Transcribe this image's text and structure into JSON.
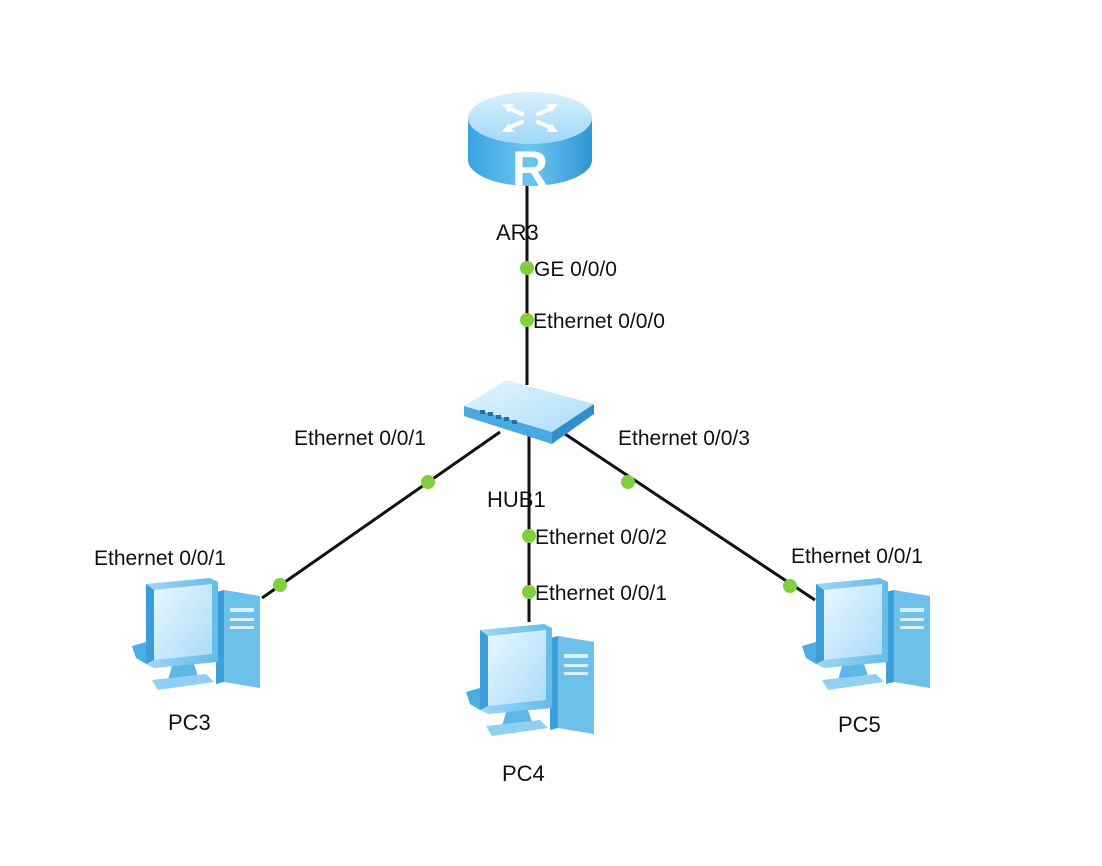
{
  "topology": {
    "devices": {
      "router": {
        "name": "AR3",
        "glyph": "R",
        "icon": "router-icon"
      },
      "hub": {
        "name": "HUB1",
        "icon": "hub-icon"
      },
      "pc3": {
        "name": "PC3",
        "icon": "pc-icon"
      },
      "pc4": {
        "name": "PC4",
        "icon": "pc-icon"
      },
      "pc5": {
        "name": "PC5",
        "icon": "pc-icon"
      }
    },
    "links": {
      "router_hub": {
        "from_port": "GE 0/0/0",
        "to_port": "Ethernet 0/0/0"
      },
      "hub_pc3": {
        "from_port": "Ethernet 0/0/1",
        "to_port": "Ethernet 0/0/1"
      },
      "hub_pc4": {
        "from_port": "Ethernet 0/0/2",
        "to_port": "Ethernet 0/0/1"
      },
      "hub_pc5": {
        "from_port": "Ethernet 0/0/3",
        "to_port": "Ethernet 0/0/1"
      }
    }
  },
  "colors": {
    "link": "#111111",
    "port_dot": "#7fcf3f",
    "device_blue": "#4fb3e8",
    "device_light": "#bfe6fb",
    "device_dark": "#2b8fcf"
  }
}
